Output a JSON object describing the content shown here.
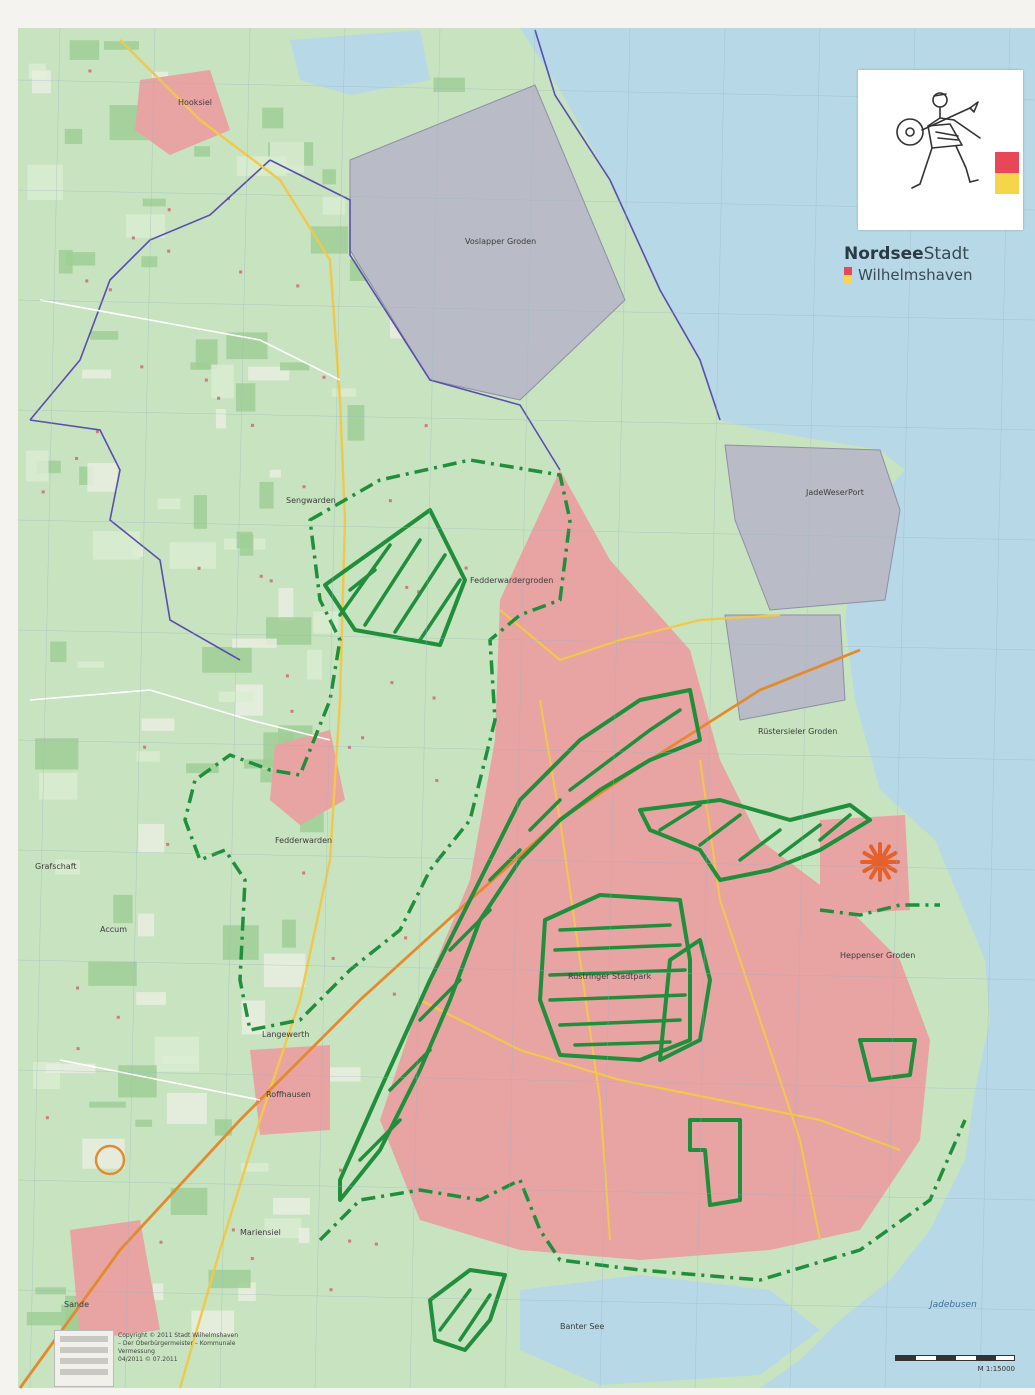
{
  "brand": {
    "name_bold": "Nordsee",
    "name_regular": "Stadt",
    "city": "Wilhelmshaven",
    "flag_colors": [
      "#e8475a",
      "#f5d54a"
    ]
  },
  "colors": {
    "sea": "#b7d8e6",
    "land": "#c8e3bf",
    "forest": "#9fcf95",
    "urban": "#e8a3a3",
    "industrial": "#b9bcc6",
    "boundary_green": "#1f8f3c",
    "municipal_border": "#5a4db0",
    "road_main": "#f1c84a",
    "highway": "#e38a2d"
  },
  "places": [
    {
      "name": "Hooksiel",
      "kind": "town"
    },
    {
      "name": "Voslapper Groden",
      "kind": "area"
    },
    {
      "name": "Sengwarden",
      "kind": "town"
    },
    {
      "name": "Fedderwardergroden",
      "kind": "area"
    },
    {
      "name": "JadeWeserPort",
      "kind": "port"
    },
    {
      "name": "Rüstersieler Groden",
      "kind": "area"
    },
    {
      "name": "Fedderwarden",
      "kind": "town"
    },
    {
      "name": "Rüstringer Stadtpark",
      "kind": "park"
    },
    {
      "name": "Heppenser Groden",
      "kind": "area"
    },
    {
      "name": "Langewerth",
      "kind": "town"
    },
    {
      "name": "Roffhausen",
      "kind": "town"
    },
    {
      "name": "Accum",
      "kind": "town"
    },
    {
      "name": "Grafschaft",
      "kind": "town"
    },
    {
      "name": "Mariensiel",
      "kind": "town"
    },
    {
      "name": "Sande",
      "kind": "town"
    },
    {
      "name": "Banter See",
      "kind": "lake"
    },
    {
      "name": "Jadebusen",
      "kind": "sea"
    }
  ],
  "copyright": {
    "line1": "Copyright © 2011 Stadt Wilhelmshaven",
    "line2": "– Der Oberbürgermeister – Kommunale",
    "line3": "Vermessung",
    "line4": "04/2011 © 07.2011"
  },
  "scale": "M 1:15000"
}
